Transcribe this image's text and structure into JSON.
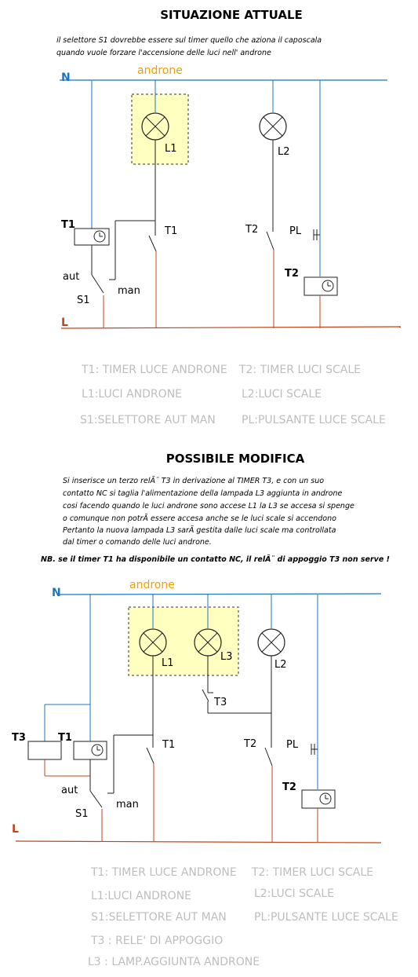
{
  "top": {
    "title": "SITUAZIONE ATTUALE",
    "note": [
      "il selettore S1 dovrebbe essere sul timer quello che aziona il caposcala",
      "quando vuole forzare l'accensione delle luci nell' androne"
    ],
    "labels": {
      "n": "N",
      "l": "L",
      "androne": "androne",
      "l1": "L1",
      "l2": "L2",
      "t1_box": "T1",
      "t1_contact": "T1",
      "t2_contact": "T2",
      "t2_box": "T2",
      "pl": "PL",
      "aut": "aut",
      "s1": "S1",
      "man": "man"
    },
    "legend": [
      "T1: TIMER LUCE ANDRONE",
      "T2: TIMER LUCI SCALE",
      "L1:LUCI ANDRONE",
      "L2:LUCI SCALE",
      "S1:SELETTORE AUT MAN",
      "PL:PULSANTE LUCE SCALE"
    ]
  },
  "bottom": {
    "title": "POSSIBILE MODIFICA",
    "note": [
      "Si inserisce un terzo relÃ¨ T3 in derivazione al TIMER T3, e con un suo",
      "contatto NC si taglia l'alimentazione della lampada L3 aggiunta in androne",
      "cosi facendo quando le luci androne sono accese L1 la L3 se accesa si spenge",
      "o comunque non potrÃ  essere accesa anche se le luci scale si accendono",
      "Pertanto la nuova lampada L3 sarÃ  gestita dalle luci scale ma controllata",
      "dal timer o comando delle luci androne."
    ],
    "nb": "NB. se il timer T1 ha disponibile un contatto NC, il relÃ¨ di appoggio T3 non serve !",
    "labels": {
      "n": "N",
      "l": "L",
      "androne": "androne",
      "l1": "L1",
      "l3": "L3",
      "l2": "L2",
      "t3_contact": "T3",
      "t3_box": "T3",
      "t1_box": "T1",
      "t1_contact": "T1",
      "t2_contact": "T2",
      "t2_box": "T2",
      "pl": "PL",
      "aut": "aut",
      "s1": "S1",
      "man": "man"
    },
    "legend": [
      "T1: TIMER LUCE ANDRONE",
      "T2: TIMER LUCI SCALE",
      "L1:LUCI ANDRONE",
      "L2:LUCI SCALE",
      "S1:SELETTORE AUT MAN",
      "PL:PULSANTE LUCE SCALE",
      "T3 : RELE' DI APPOGGIO",
      "L3 : LAMP.AGGIUNTA ANDRONE"
    ]
  },
  "colors": {
    "neutral": "#1a74c4",
    "line": "#c0451a",
    "androne_area": "#ffffc0",
    "androne_text": "#f0a000",
    "legend_text": "#bdbdbd"
  }
}
